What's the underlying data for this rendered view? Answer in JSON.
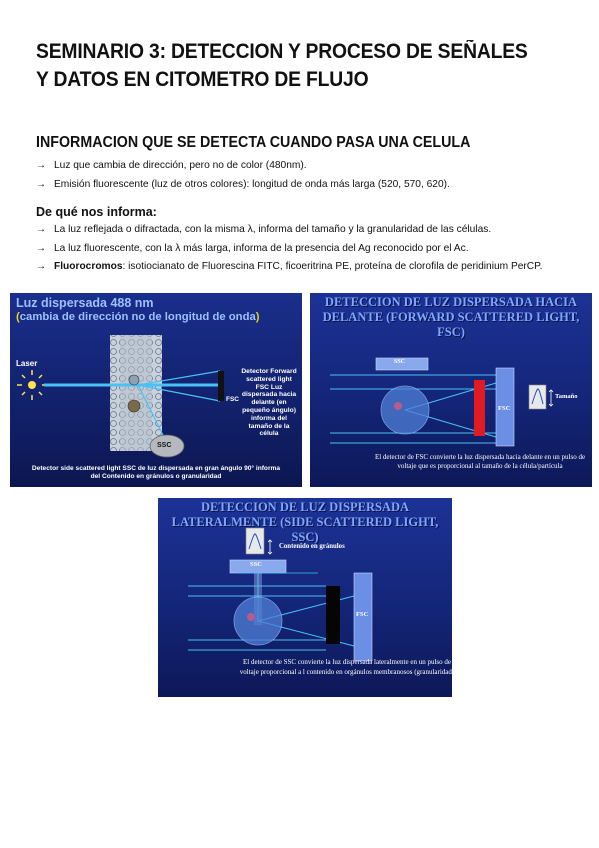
{
  "title": "SEMINARIO 3: DETECCION Y PROCESO DE SEÑALES Y DATOS EN CITOMETRO DE FLUJO",
  "section": {
    "heading": "INFORMACION QUE SE DETECTA CUANDO PASA UNA CELULA",
    "bullets": [
      "Luz que cambia de dirección, pero no de color (480nm).",
      "Emisión fluorescente (luz de otros colores): longitud de onda más larga (520, 570, 620)."
    ]
  },
  "informs": {
    "heading": "De qué nos informa:",
    "bullets": [
      "La luz reflejada o difractada, con la misma λ, informa del tamaño y la granularidad de las células.",
      "La luz fluorescente, con la λ más larga, informa de la presencia del Ag reconocido por el Ac."
    ],
    "last": {
      "bold": "Fluorocromos",
      "rest": ": isotiocianato de Fluorescina FITC, ficoeritrina PE, proteína de clorofila de peridinium PerCP."
    }
  },
  "arrow": "→",
  "slide1": {
    "title": "Luz dispersada 488 nm",
    "subtitle_open": "(",
    "subtitle": "cambia de dirección no de longitud de onda",
    "subtitle_close": ")",
    "laser": "Laser",
    "fsc": "FSC",
    "ssc": "SSC",
    "detector_text": "Detector Forward scattered light FSC Luz dispersada hacia delante (en pequeño ángulo) informa del tamaño de la célula",
    "caption": "Detector side scattered light SSC de luz dispersada en gran ángulo 90° informa del Contenido en gránulos o granularidad"
  },
  "slide2": {
    "title": "DETECCION DE LUZ DISPERSADA HACIA DELANTE (FORWARD SCATTERED LIGHT, FSC)",
    "ssc": "SSC",
    "fsc": "FSC",
    "size_label": "Tamaño",
    "caption": "El detector de FSC convierte la luz dispersada hacia delante en un pulso de voltaje que es proporcional al tamaño de la célula/partícula"
  },
  "slide3": {
    "title": "DETECCION DE LUZ DISPERSADA LATERALMENTE (SIDE SCATTERED LIGHT, SSC)",
    "content_label": "Contenido en gránulos",
    "ssc": "SSC",
    "fsc": "FSC",
    "caption": "El detector de SSC convierte la luz dispersada lateralmente en un pulso de voltaje proporcional a l contenido en orgánulos membranosos (granularidad)"
  }
}
